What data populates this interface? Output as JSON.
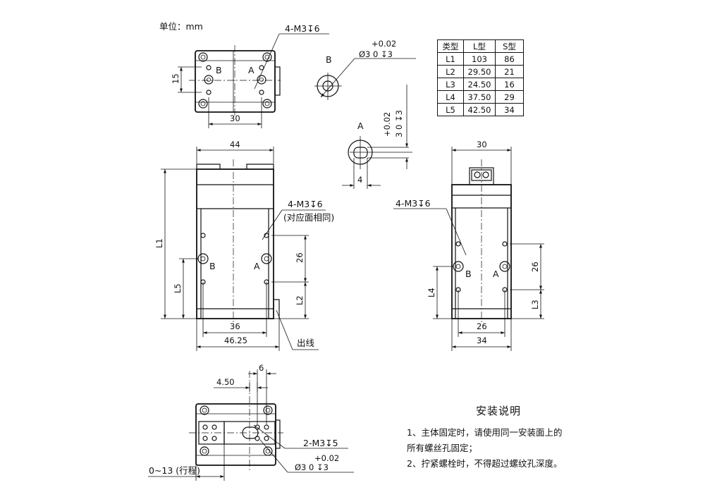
{
  "unit_label": "单位：mm",
  "top_view": {
    "callout_holes": "4-M3↧6",
    "label_b": "B",
    "label_a": "A",
    "dim_width": "30",
    "dim_height": "15"
  },
  "detail_b": {
    "label": "B",
    "tolerance_upper": "+0.02",
    "spec": "Ø3  0  ↧3"
  },
  "detail_a": {
    "label": "A",
    "tolerance_upper": "+0.02",
    "spec": "3  0  ↧3",
    "dim_width": "4"
  },
  "spec_table": {
    "headers": [
      "类型",
      "L型",
      "S型"
    ],
    "rows": [
      [
        "L1",
        "103",
        "86"
      ],
      [
        "L2",
        "29.50",
        "21"
      ],
      [
        "L3",
        "24.50",
        "16"
      ],
      [
        "L4",
        "37.50",
        "29"
      ],
      [
        "L5",
        "42.50",
        "34"
      ]
    ]
  },
  "front_view": {
    "dim_top": "44",
    "dim_l1": "L1",
    "dim_l5": "L5",
    "dim_l2": "L2",
    "dim_26": "26",
    "callout_holes": "4-M3↧6",
    "callout_note": "(对应面相同)",
    "label_b": "B",
    "label_a": "A",
    "dim_36": "36",
    "dim_4625": "46.25",
    "wire_label": "出线"
  },
  "side_view": {
    "dim_top": "30",
    "callout_holes": "4-M3↧6",
    "label_b": "B",
    "label_a": "A",
    "dim_l4": "L4",
    "dim_l3": "L3",
    "dim_26v": "26",
    "dim_26": "26",
    "dim_34": "34"
  },
  "bottom_view": {
    "dim_6": "6",
    "dim_450": "4.50",
    "callout_holes": "2-M3↧5",
    "tolerance_upper": "+0.02",
    "spec": "Ø3  0  ↧3",
    "stroke_label": "0~13 (行程)"
  },
  "notes": {
    "title": "安装说明",
    "line1": "1、主体固定时，请使用同一安装面上的",
    "line2": "所有螺丝孔固定；",
    "line3": "2、拧紧螺栓时，不得超过螺纹孔深度。"
  }
}
